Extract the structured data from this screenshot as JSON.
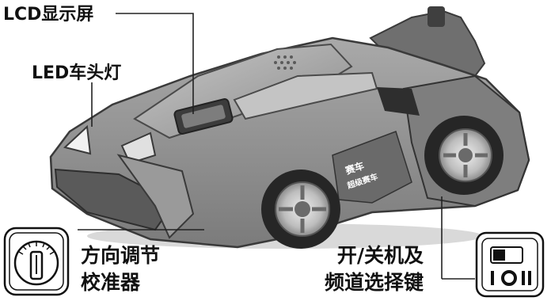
{
  "labels": {
    "lcd_screen": "LCD显示屏",
    "led_headlight": "LED车头灯",
    "direction_calibrator": [
      "方向调节",
      "校准器"
    ],
    "power_channel_key": [
      "开/关机及",
      "频道选择键"
    ]
  },
  "car_decal": {
    "line1": "赛车",
    "line2": "超级赛车"
  },
  "switch_icon": {
    "symbols": "I O II"
  },
  "colors": {
    "car_body": "#8c8c8c",
    "car_dark": "#4a4a4a",
    "callout_line": "#222222",
    "label_text": "#111111"
  },
  "icons": [
    "knob-icon",
    "switch-icon"
  ]
}
